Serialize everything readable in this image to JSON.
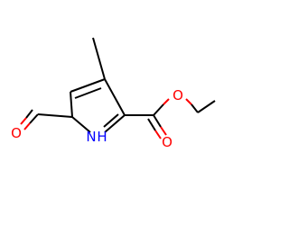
{
  "molecule": {
    "atoms": {
      "o_formyl": "O",
      "n_ring": "N",
      "h_ring": "H",
      "o_carbonyl": "O",
      "o_ester": "O"
    },
    "colors": {
      "carbon": "#000000",
      "oxygen": "#ff0000",
      "nitrogen": "#0000ff"
    }
  }
}
